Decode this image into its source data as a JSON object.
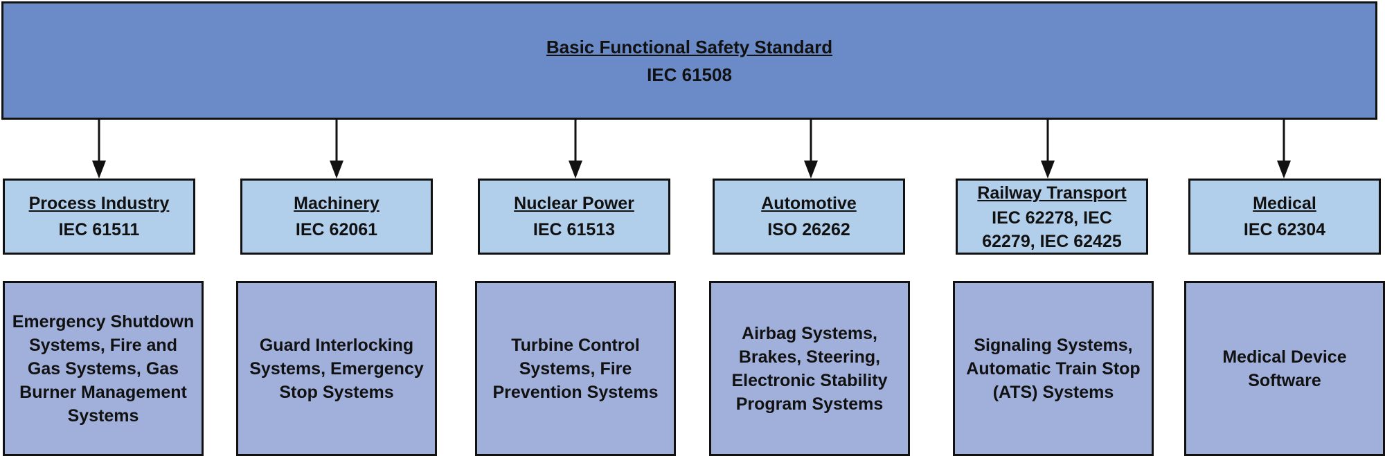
{
  "root": {
    "title": "Basic Functional Safety Standard",
    "standard": "IEC 61508"
  },
  "categories": [
    {
      "title": "Process Industry",
      "standard": "IEC 61511",
      "examples": "Emergency Shutdown Systems, Fire and Gas Systems, Gas Burner Management Systems"
    },
    {
      "title": "Machinery",
      "standard": "IEC 62061",
      "examples": "Guard Interlocking Systems, Emergency Stop Systems"
    },
    {
      "title": "Nuclear Power",
      "standard": "IEC 61513",
      "examples": "Turbine Control Systems, Fire Prevention Systems"
    },
    {
      "title": "Automotive",
      "standard": "ISO 26262",
      "examples": "Airbag Systems, Brakes, Steering, Electronic Stability Program Systems"
    },
    {
      "title": "Railway Transport",
      "standard": "IEC 62278, IEC 62279, IEC 62425",
      "examples": "Signaling Systems, Automatic Train Stop (ATS) Systems"
    },
    {
      "title": "Medical",
      "standard": "IEC 62304",
      "examples": "Medical Device Software"
    }
  ]
}
